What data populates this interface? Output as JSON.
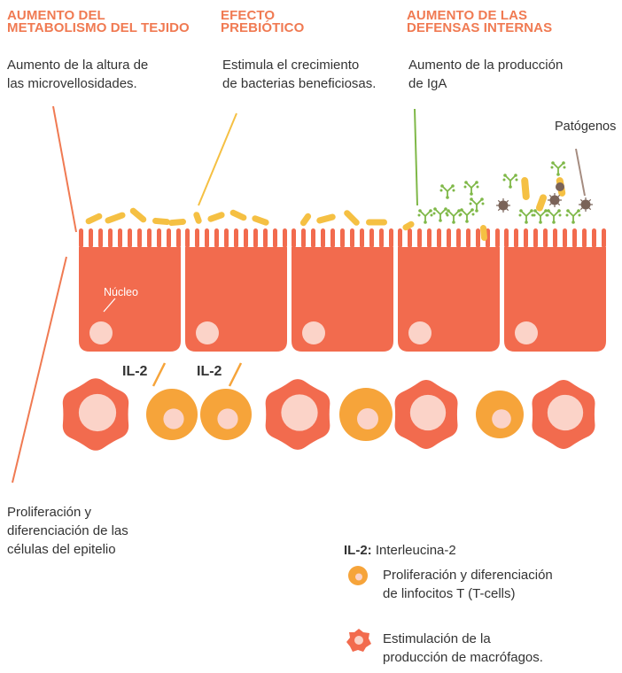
{
  "headers": {
    "metabolism": {
      "title": "AUMENTO DEL\nMETABOLISMO DEL TEJIDO",
      "text": "Aumento de la altura de\nlas microvellosidades."
    },
    "prebiotic": {
      "title": "EFECTO\nPREBIÓTICO",
      "text": "Estimula el crecimiento\nde bacterias beneficiosas."
    },
    "defenses": {
      "title": "AUMENTO DE LAS\nDEFENSAS INTERNAS",
      "text": "Aumento de la producción\nde IgA"
    }
  },
  "labels": {
    "pathogens": "Patógenos",
    "nucleus": "Núcleo",
    "il2_a": "IL-2",
    "il2_b": "IL-2",
    "epithelium": "Proliferación y\ndiferenciación de las\ncélulas del epitelio"
  },
  "legend": {
    "il2_key": "IL-2:",
    "il2_value": " Interleucina-2",
    "tcells": "Proliferación y diferenciación\nde linfocitos T (T-cells)",
    "macrophages": "Estimulación de la\nproducción de macrófagos."
  },
  "colors": {
    "orange_heading": "#f07a52",
    "cell": "#f26b4e",
    "nucleus": "#fbd3c8",
    "tcell": "#f6a43a",
    "bacteria": "#f5c043",
    "antibody": "#7fb848",
    "pathogen": "#7a6359",
    "line_epithelium": "#f07a52",
    "line_prebiotic": "#f5c043",
    "line_iga": "#7fb848",
    "line_pathogen": "#a58c80"
  }
}
